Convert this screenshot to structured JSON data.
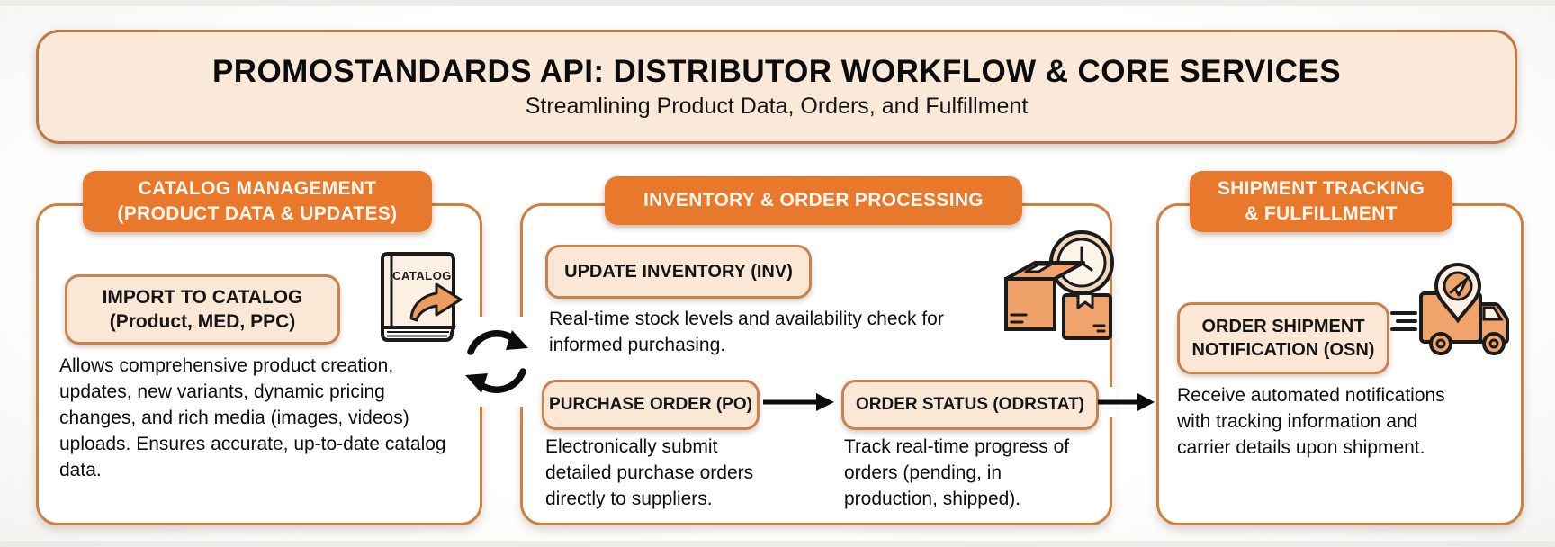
{
  "header": {
    "title": "PROMOSTANDARDS API: DISTRIBUTOR WORKFLOW & CORE SERVICES",
    "subtitle": "Streamlining Product Data, Orders, and Fulfillment"
  },
  "catalog_panel": {
    "title_line1": "CATALOG MANAGEMENT",
    "title_line2": "(PRODUCT DATA & UPDATES)",
    "service_line1": "IMPORT TO CATALOG",
    "service_line2": "(Product, MED, PPC)",
    "description": "Allows comprehensive product creation, updates, new variants, dynamic pricing changes, and rich media (images, videos) uploads. Ensures accurate, up-to-date catalog data.",
    "book_icon_label": "CATALOG"
  },
  "inventory_panel": {
    "title": "INVENTORY & ORDER PROCESSING",
    "inv_service": "UPDATE INVENTORY (INV)",
    "inv_description": "Real-time stock levels and availability check for informed purchasing.",
    "po_service": "PURCHASE ORDER (PO)",
    "po_description": "Electronically submit detailed purchase orders directly to suppliers.",
    "odrstat_service": "ORDER STATUS (ODRSTAT)",
    "odrstat_description": "Track real-time progress of orders (pending, in production, shipped)."
  },
  "shipment_panel": {
    "title_line1": "SHIPMENT TRACKING",
    "title_line2": "& FULFILLMENT",
    "osn_service_line1": "ORDER SHIPMENT",
    "osn_service_line2": "NOTIFICATION (OSN)",
    "osn_description": "Receive automated notifications with tracking information and carrier details upon shipment."
  },
  "icons": {
    "catalog_book": "catalog-book-export-icon",
    "sync": "sync-cycle-icon",
    "boxes_clock": "inventory-boxes-clock-icon",
    "truck": "delivery-truck-tracking-icon",
    "flow_arrow": "flow-arrow-icon"
  },
  "colors": {
    "accent_orange": "#E8782C",
    "panel_border": "#D0803E",
    "header_fill": "#FAE8D8",
    "header_border": "#BD7843",
    "service_badge_fill": "#FBE7D5",
    "service_badge_border": "#C8824F",
    "icon_orange": "#F0A36B",
    "text": "#111111"
  }
}
